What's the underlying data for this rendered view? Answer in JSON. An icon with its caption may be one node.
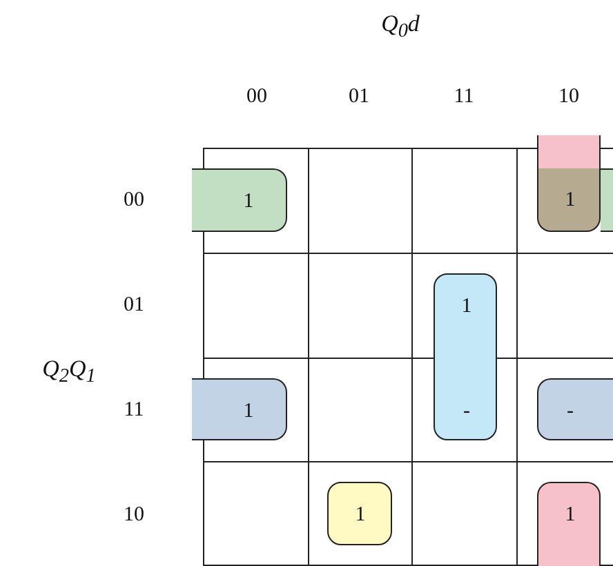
{
  "diagram": {
    "nodes": [
      {
        "text": [
          "1"
        ]
      },
      {
        "text": [
          "1"
        ]
      },
      {
        "text": [],
        "shape": "box"
      },
      {
        "text": [
          "1",
          "-"
        ]
      },
      {
        "text": [
          "1"
        ]
      },
      {
        "text": [
          "-"
        ]
      },
      {
        "text": [
          "1"
        ]
      },
      {
        "text": [
          "1"
        ]
      }
    ],
    "labels": [
      "Q$_{0}$d",
      "00",
      "01",
      "11",
      "10",
      "00",
      "01",
      "Q$_{2}$Q$_{1}$",
      "11",
      "10"
    ]
  }
}
